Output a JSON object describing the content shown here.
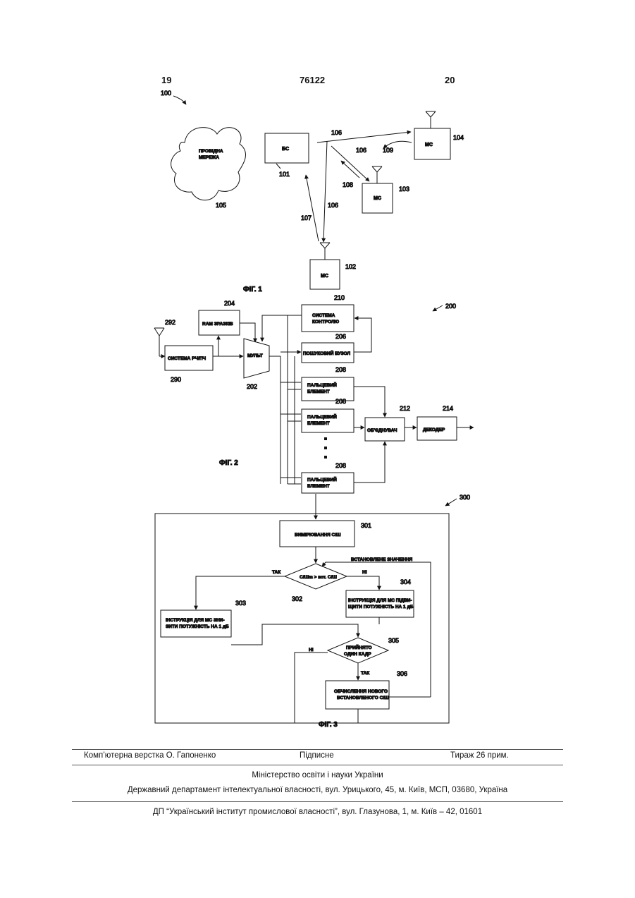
{
  "header": {
    "page_left": "19",
    "patent_number": "76122",
    "page_right": "20"
  },
  "fig1": {
    "caption": "ФІГ. 1",
    "ref_system": "100",
    "network_label": "ПРОВІДНА МЕРЕЖА",
    "network_ref": "105",
    "bs_label": "БС",
    "bs_ref": "101",
    "ms_label": "МС",
    "ms_refs": {
      "ms102": "102",
      "ms103": "103",
      "ms104": "104"
    },
    "link_refs": {
      "l106": "106",
      "l107": "107",
      "l108": "108",
      "l109": "109"
    }
  },
  "fig2": {
    "caption": "ФІГ. 2",
    "ref_system": "200",
    "antenna_ref": "292",
    "rf_label": "СИСТЕМА РЧ/ПЧ",
    "rf_ref": "290",
    "ram_label": "RAM ЗРАЗКІВ",
    "ram_ref": "204",
    "mux_label": "МУЛЬТ",
    "mux_ref": "202",
    "control_label": "СИСТЕМА КОНТРОЛЮ",
    "control_ref": "210",
    "search_label": "ПОШУКОВИЙ ВУЗОЛ",
    "search_ref": "206",
    "finger_label": "ПАЛЬЦЕВИЙ ЕЛЕМЕНТ",
    "finger_refs": [
      "208",
      "208",
      "208"
    ],
    "combiner_label": "ОБ'ЄДНУВАЧ",
    "combiner_ref": "212",
    "decoder_label": "ДЕКОДЕР",
    "decoder_ref": "214"
  },
  "fig3": {
    "caption": "ФІГ. 3",
    "ref_system": "300",
    "measure_label": "ВИМІРЮВАННЯ С/Ш",
    "measure_ref": "301",
    "decision_label": "С/Шm > вст. С/Ш",
    "decision_ref": "302",
    "yes_label": "ТАК",
    "no_label": "НІ",
    "setpoint_label": "ВСТАНОВЛЕНЕ ЗНАЧЕННЯ",
    "up_label": "ІНСТРУКЦІЯ ДЛЯ МС ПІДВИ-ЩИТИ ПОТУЖНІСТЬ НА 1 дБ",
    "up_ref": "304",
    "down_label": "ІНСТРУКЦІЯ ДЛЯ МС ЗНИ-ЗИТИ ПОТУЖНІСТЬ НА 1 дБ",
    "down_ref": "303",
    "frame_label": "ПРИЙНЯТО ОДИН КАДР",
    "frame_ref": "305",
    "newsnr_label": "ОБЧИСЛЕННЯ НОВОГО ВСТАНОВЛЕНОГО С/Ш",
    "newsnr_ref": "306"
  },
  "footer": {
    "typesetting": "Комп’ютерна верстка О. Гапоненко",
    "signed": "Підписне",
    "circulation": "Тираж 26 прим.",
    "ministry": "Міністерство освіти і науки України",
    "department": "Державний департамент інтелектуальної власності, вул. Урицького, 45, м. Київ, МСП, 03680, Україна",
    "institute": "ДП “Український інститут промислової власності”, вул. Глазунова, 1, м. Київ – 42, 01601"
  }
}
